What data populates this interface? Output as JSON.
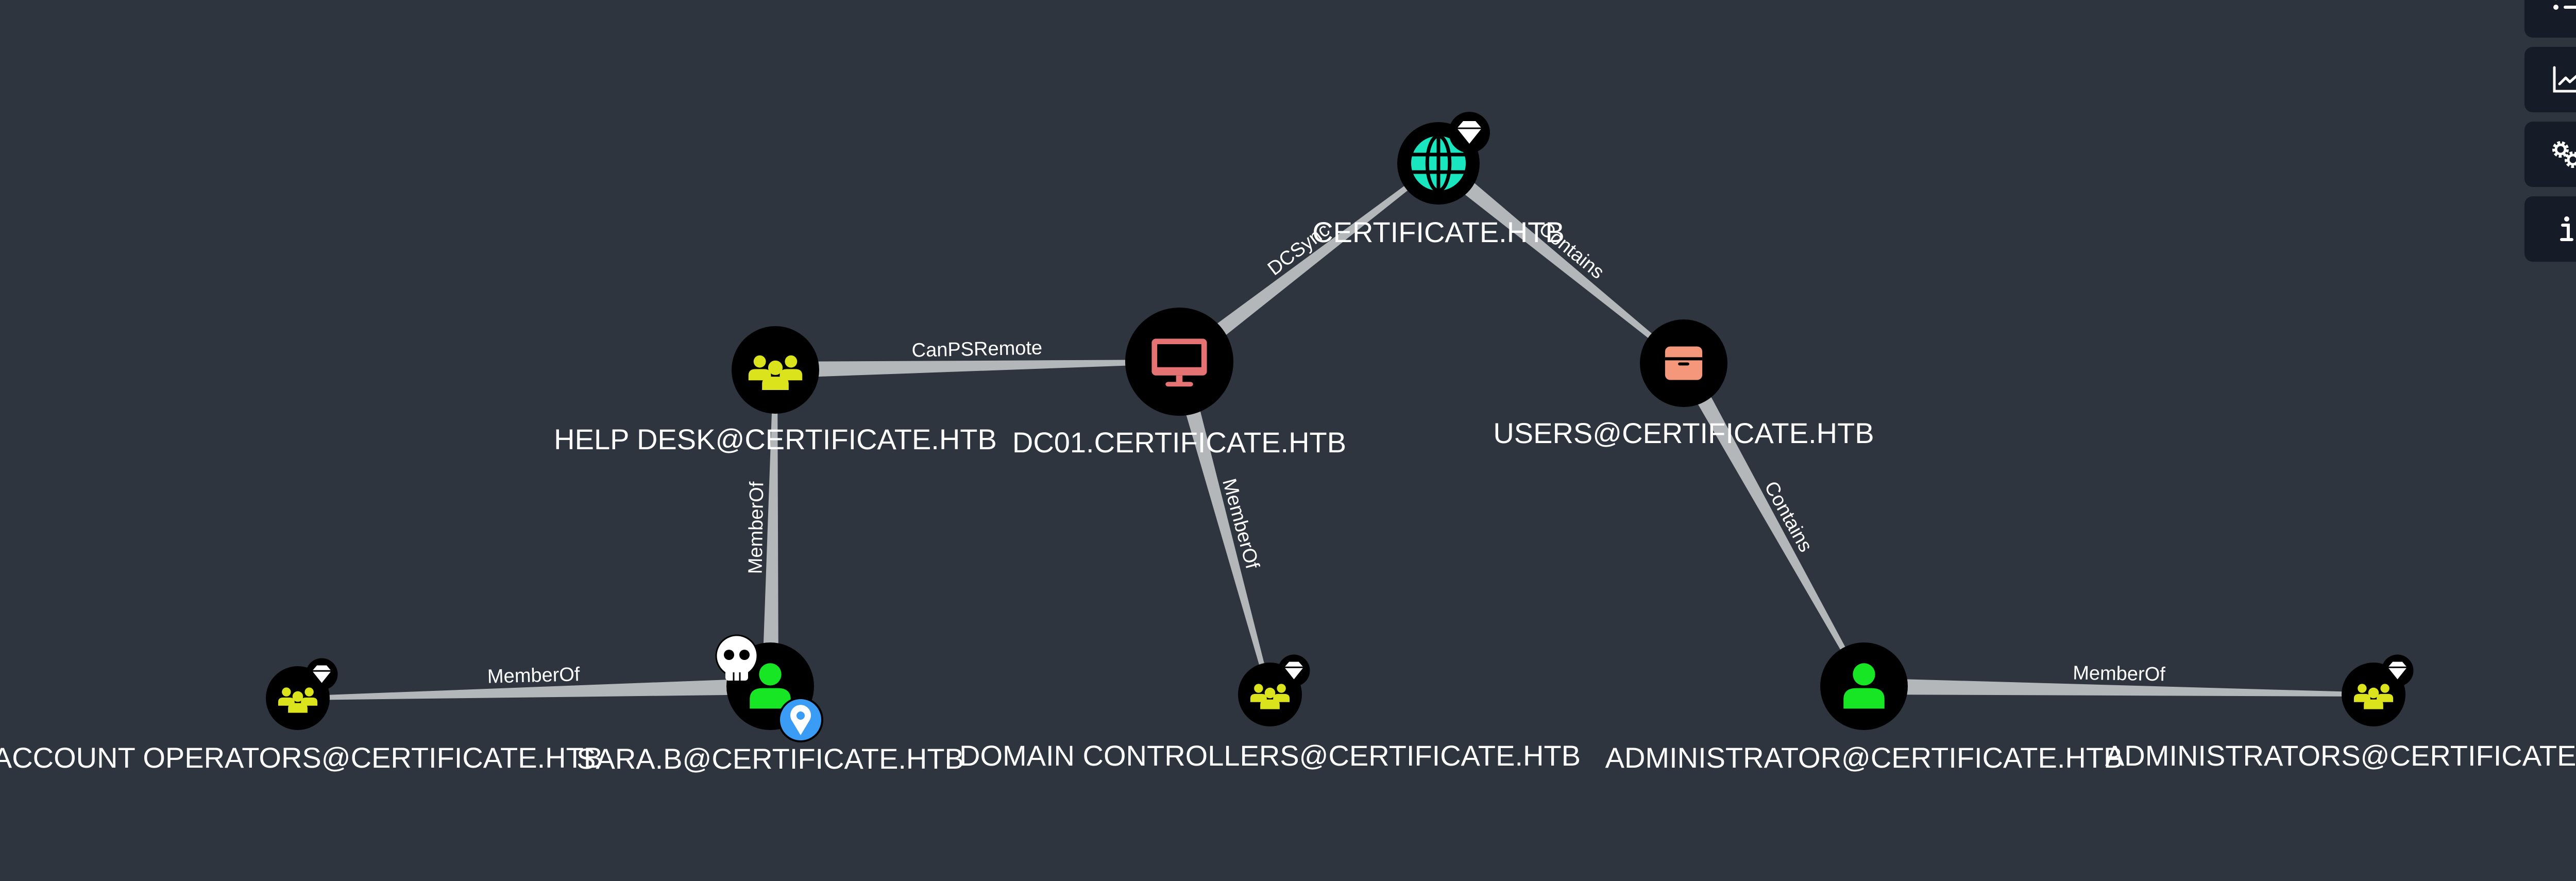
{
  "graph": {
    "colors": {
      "background": "#2e353e",
      "edge": "#b4b7ba",
      "user": "#17e625",
      "group": "#dbe31c",
      "domain": "#19e5be",
      "computer": "#e57373",
      "ou": "#f4977a",
      "pin": "#3b9cf5"
    },
    "nodes": [
      {
        "id": "domain",
        "label": "CERTIFICATE.HTB",
        "icon": "globe-icon",
        "badges": [
          "diamond-icon"
        ]
      },
      {
        "id": "dc01",
        "label": "DC01.CERTIFICATE.HTB",
        "icon": "computer-icon",
        "badges": []
      },
      {
        "id": "helpdesk",
        "label": "HELP DESK@CERTIFICATE.HTB",
        "icon": "group-icon",
        "badges": []
      },
      {
        "id": "users",
        "label": "USERS@CERTIFICATE.HTB",
        "icon": "ou-box-icon",
        "badges": []
      },
      {
        "id": "sara",
        "label": "SARA.B@CERTIFICATE.HTB",
        "icon": "user-icon",
        "badges": [
          "skull-icon",
          "pin-icon"
        ]
      },
      {
        "id": "accountops",
        "label": "ACCOUNT OPERATORS@CERTIFICATE.HTB",
        "icon": "group-icon",
        "badges": [
          "diamond-icon"
        ]
      },
      {
        "id": "domaincontrollers",
        "label": "DOMAIN CONTROLLERS@CERTIFICATE.HTB",
        "icon": "group-icon",
        "badges": [
          "diamond-icon"
        ]
      },
      {
        "id": "administrator",
        "label": "ADMINISTRATOR@CERTIFICATE.HTB",
        "icon": "user-icon",
        "badges": []
      },
      {
        "id": "administrators",
        "label": "ADMINISTRATORS@CERTIFICATE.HTB",
        "icon": "group-icon",
        "badges": [
          "diamond-icon"
        ]
      }
    ],
    "edges": [
      {
        "source": "helpdesk",
        "target": "dc01",
        "label": "CanPSRemote"
      },
      {
        "source": "dc01",
        "target": "domain",
        "label": "DCSync"
      },
      {
        "source": "domain",
        "target": "users",
        "label": "Contains"
      },
      {
        "source": "users",
        "target": "administrator",
        "label": "Contains"
      },
      {
        "source": "sara",
        "target": "helpdesk",
        "label": "MemberOf"
      },
      {
        "source": "sara",
        "target": "accountops",
        "label": "MemberOf"
      },
      {
        "source": "dc01",
        "target": "domaincontrollers",
        "label": "MemberOf"
      },
      {
        "source": "administrator",
        "target": "administrators",
        "label": "MemberOf"
      }
    ]
  },
  "toolbar": {
    "buttons": [
      {
        "name": "query-list",
        "icon": "checklist-icon"
      },
      {
        "name": "graph-stats",
        "icon": "chart-line-icon"
      },
      {
        "name": "settings",
        "icon": "gears-icon"
      },
      {
        "name": "info",
        "icon": "info-icon"
      }
    ]
  }
}
